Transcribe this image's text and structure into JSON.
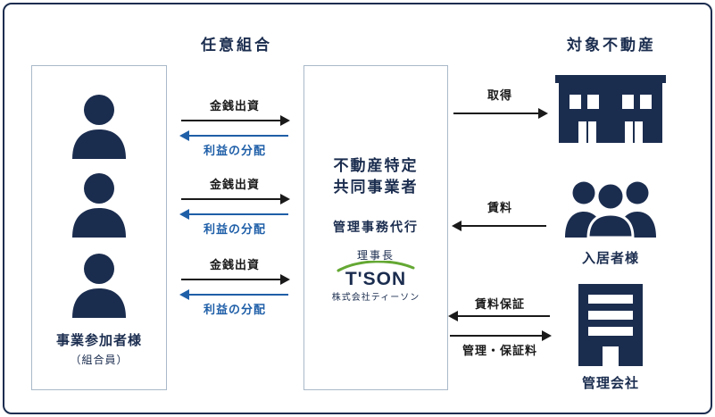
{
  "diagram": {
    "headings": {
      "partnership": "任意組合",
      "property": "対象不動産"
    },
    "investors": {
      "title": "事業参加者様",
      "subtitle": "（組合員）"
    },
    "operator": {
      "title_line1": "不動産特定",
      "title_line2": "共同事業者",
      "subtitle": "管理事務代行",
      "role": "理事長",
      "logo": "T'SON",
      "company": "株式会社ティーソン"
    },
    "flows": [
      {
        "invest": "金銭出資",
        "return": "利益の分配"
      },
      {
        "invest": "金銭出資",
        "return": "利益の分配"
      },
      {
        "invest": "金銭出資",
        "return": "利益の分配"
      }
    ],
    "right": {
      "acquisition": "取得",
      "rent": "賃料",
      "tenants": "入居者様",
      "rent_guarantee": "賃料保証",
      "management_fee": "管理・保証料",
      "management_company": "管理会社"
    },
    "colors": {
      "navy": "#1b2d4f",
      "blue": "#1f5fa8",
      "green": "#64a833",
      "ink": "#1a1a1a",
      "box_border": "#a9b9c9"
    }
  }
}
